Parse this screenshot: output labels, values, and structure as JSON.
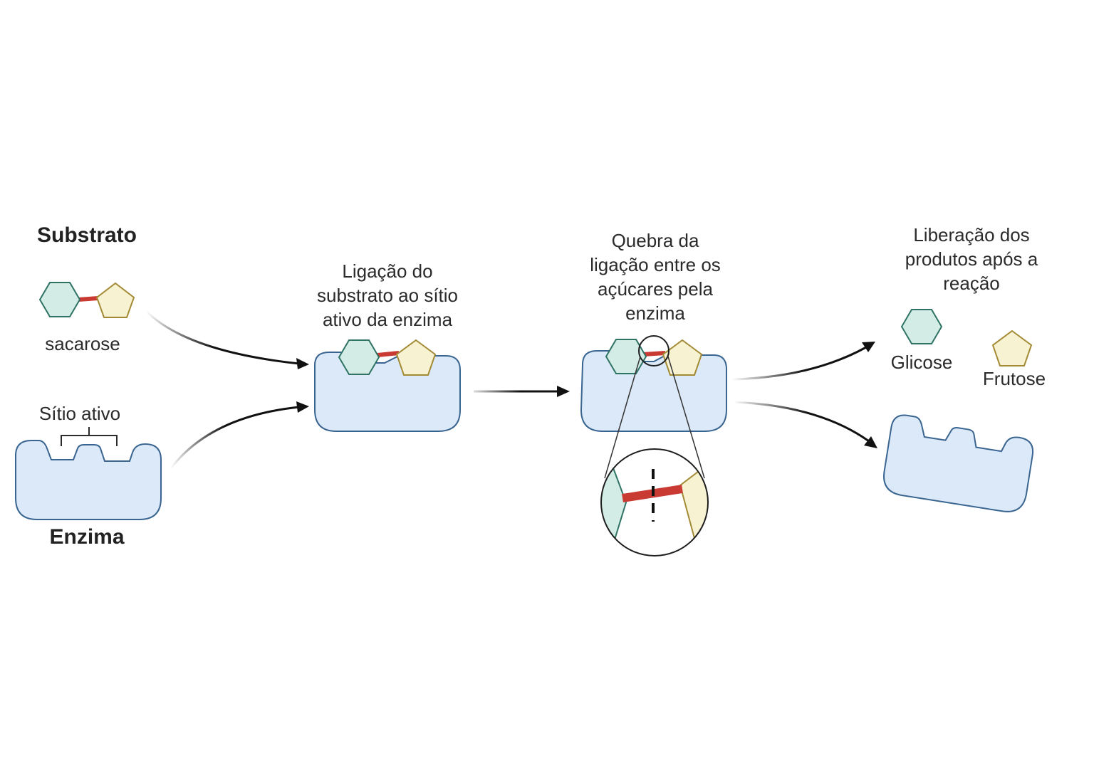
{
  "labels": {
    "substrate_title": "Substrato",
    "substrate_name": "sacarose",
    "active_site": "Sítio ativo",
    "enzyme_title": "Enzima",
    "step_binding": [
      "Ligação do",
      "substrato ao sítio",
      "ativo da enzima"
    ],
    "step_cleavage": [
      "Quebra da",
      "ligação entre os",
      "açúcares pela",
      "enzima"
    ],
    "step_release": [
      "Liberação dos",
      "produtos após a",
      "reação"
    ],
    "product_glucose": "Glicose",
    "product_fructose": "Frutose"
  },
  "colors": {
    "enzyme_fill": "#dbe9f8",
    "enzyme_stroke": "#3a6590",
    "glucose_fill": "#d3ece5",
    "glucose_stroke": "#2f7364",
    "fructose_fill": "#f7f2d2",
    "fructose_stroke": "#a38a35",
    "bond": "#c93a33",
    "arrow": "#111111",
    "text": "#2b2b2b"
  },
  "icons": {
    "glucose": "hexagon-icon",
    "fructose": "pentagon-icon",
    "zoom": "magnifier-circle-icon"
  }
}
